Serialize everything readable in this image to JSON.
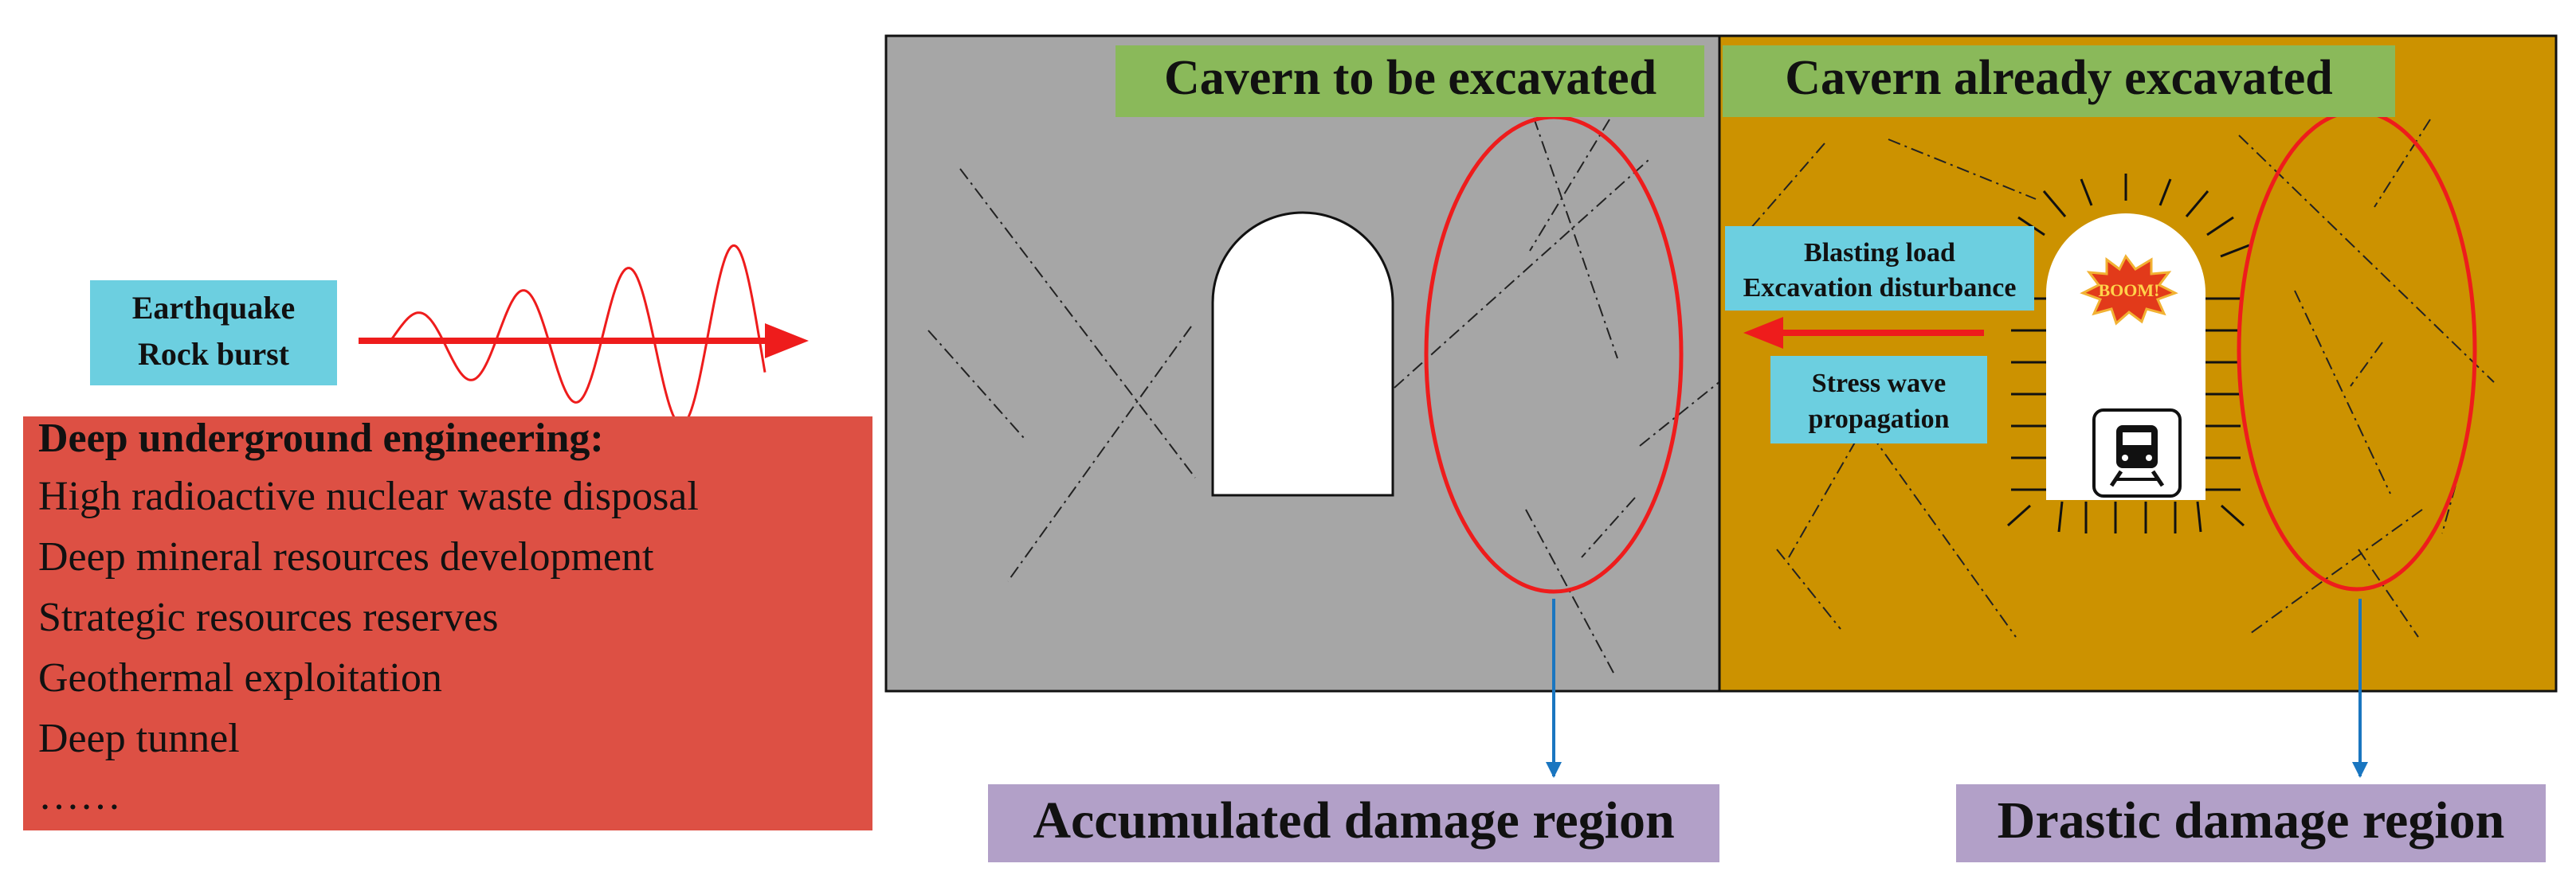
{
  "left": {
    "source_lines": [
      "Earthquake",
      "Rock burst"
    ],
    "engineering_title": "Deep underground engineering:",
    "engineering_items": [
      "High radioactive nuclear waste disposal",
      "Deep mineral resources development",
      "Strategic resources reserves",
      "Geothermal exploitation",
      "Deep tunnel",
      "……"
    ]
  },
  "panels": {
    "to_be_excavated": "Cavern to be excavated",
    "already_excavated": "Cavern already excavated"
  },
  "blast": {
    "load_lines": [
      "Blasting load",
      "Excavation disturbance"
    ],
    "wave_lines": [
      "Stress wave",
      "propagation"
    ],
    "boom": "BOOM!"
  },
  "regions": {
    "accumulated": "Accumulated damage region",
    "drastic": "Drastic damage region"
  },
  "colors": {
    "cyan_label": "#6ccfe0",
    "red_box": "#dd5044",
    "grey_rock": "#a6a6a6",
    "orange_rock": "#cc9200",
    "green_title": "#8ab95a",
    "purple_label": "#b2a0c8",
    "red_line": "#ee1c1c",
    "blue_arrow": "#1a76c0"
  },
  "icons": [
    "train-icon",
    "explosion-icon",
    "wave-icon",
    "arrow-right-icon",
    "arrow-left-icon",
    "arrow-down-icon"
  ]
}
